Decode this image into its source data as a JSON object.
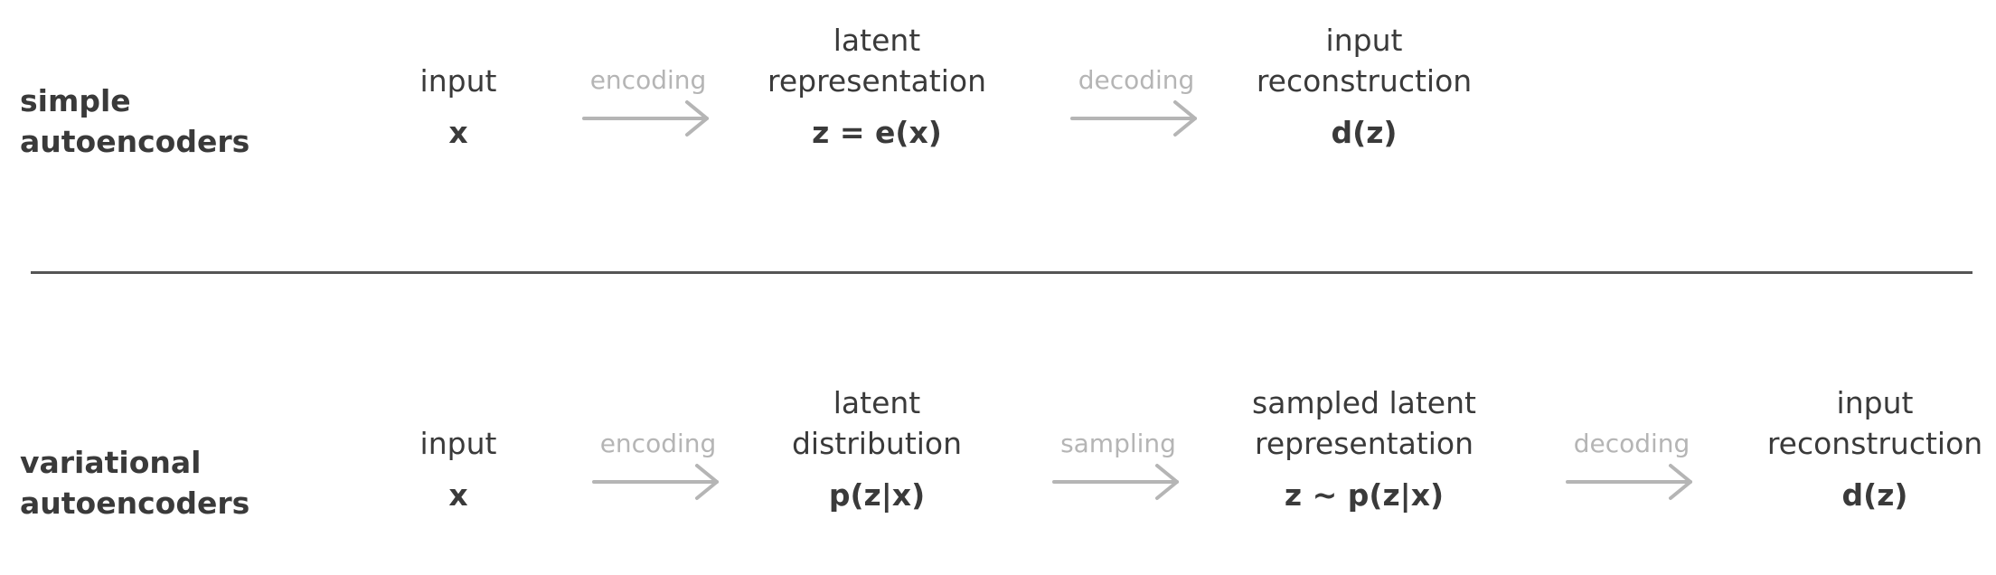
{
  "simple": {
    "title": [
      "simple",
      "autoencoders"
    ],
    "nodes": [
      {
        "label": [
          "input"
        ],
        "formula": "x"
      },
      {
        "label": [
          "latent",
          "representation"
        ],
        "formula": "z = e(x)"
      },
      {
        "label": [
          "input",
          "reconstruction"
        ],
        "formula": "d(z)"
      }
    ],
    "arrows": [
      "encoding",
      "decoding"
    ]
  },
  "variational": {
    "title": [
      "variational",
      "autoencoders"
    ],
    "nodes": [
      {
        "label": [
          "input"
        ],
        "formula": "x"
      },
      {
        "label": [
          "latent",
          "distribution"
        ],
        "formula": "p(z|x)"
      },
      {
        "label": [
          "sampled latent",
          "representation"
        ],
        "formula": "z ~ p(z|x)"
      },
      {
        "label": [
          "input",
          "reconstruction"
        ],
        "formula": "d(z)"
      }
    ],
    "arrows": [
      "encoding",
      "sampling",
      "decoding"
    ]
  },
  "colors": {
    "text": "#3a3a3a",
    "arrow": "#b5b5b5",
    "divider": "#555555"
  }
}
